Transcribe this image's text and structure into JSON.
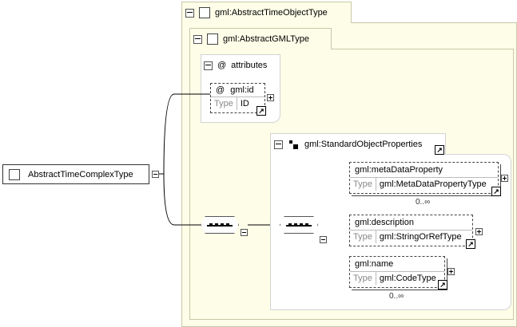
{
  "root": {
    "name": "AbstractTimeComplexType"
  },
  "outer_group": {
    "label": "gml:AbstractTimeObjectType"
  },
  "inner_group": {
    "label": "gml:AbstractGMLType"
  },
  "attributes": {
    "label": "attributes",
    "at_symbol": "@",
    "id_attr": {
      "name": "gml:id",
      "type_key": "Type",
      "type_value": "ID"
    }
  },
  "standard_props": {
    "label": "gml:StandardObjectProperties"
  },
  "elements": [
    {
      "name": "gml:metaDataProperty",
      "type_key": "Type",
      "type_value": "gml:MetaDataPropertyType",
      "cardinality": "0..∞"
    },
    {
      "name": "gml:description",
      "type_key": "Type",
      "type_value": "gml:StringOrRefType",
      "cardinality": ""
    },
    {
      "name": "gml:name",
      "type_key": "Type",
      "type_value": "gml:CodeType",
      "cardinality": "0..∞"
    }
  ]
}
